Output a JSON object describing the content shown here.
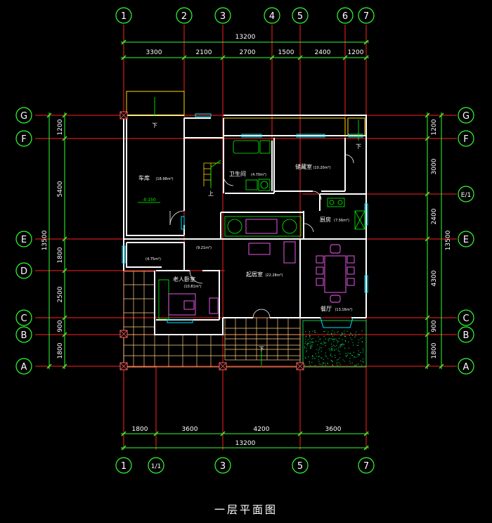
{
  "colors": {
    "background": "#000000",
    "grid_line": "#ff2020",
    "dim_line": "#30ff30",
    "bubble": "#30ff30",
    "wall": "#ffffff",
    "partition": "#ffd700",
    "window": "#00e0ff",
    "furniture": "#ff60ff",
    "fixture": "#00ff00",
    "paving": "#ffd080",
    "lawn": "#00ff60"
  },
  "axes": {
    "top": [
      "1",
      "2",
      "3",
      "4",
      "5",
      "6",
      "7"
    ],
    "bottom": [
      "1",
      "1/1",
      "3",
      "5",
      "7"
    ],
    "left": [
      "G",
      "F",
      "E",
      "D",
      "C",
      "B",
      "A"
    ],
    "right": [
      "G",
      "F",
      "E/1",
      "E",
      "C",
      "B",
      "A"
    ]
  },
  "dimensions": {
    "top_total": "13200",
    "top_segments": [
      "3300",
      "2100",
      "2700",
      "1500",
      "2400",
      "1200"
    ],
    "bottom_segments": [
      "1800",
      "3600",
      "4200",
      "3600"
    ],
    "bottom_total": "13200",
    "left_total": "13500",
    "left_segments": [
      "1200",
      "5400",
      "1800",
      "2500",
      "900",
      "1800"
    ],
    "right_total": "13500",
    "right_segments": [
      "1200",
      "3000",
      "2400",
      "4300",
      "900",
      "1800"
    ]
  },
  "rooms": {
    "garage": "车库",
    "garage_area": "(18.98m²)",
    "garage_level": "-0.150",
    "bath": "卫生间",
    "bath_area": "(4.70m²)",
    "storage": "储藏室",
    "storage_area": "(10.20m²)",
    "kitchen": "厨房",
    "kitchen_area": "(7.56m²)",
    "hall_area": "(9.21m²)",
    "small_area": "(4.75m²)",
    "elder": "老人卧室",
    "elder_area": "(10.81m²)",
    "living": "起居室",
    "living_area": "(22.28m²)",
    "dining": "餐厅",
    "dining_area": "(13.16m²)"
  },
  "annotations": {
    "down": "下",
    "up": "上"
  },
  "title": "一层平面图"
}
